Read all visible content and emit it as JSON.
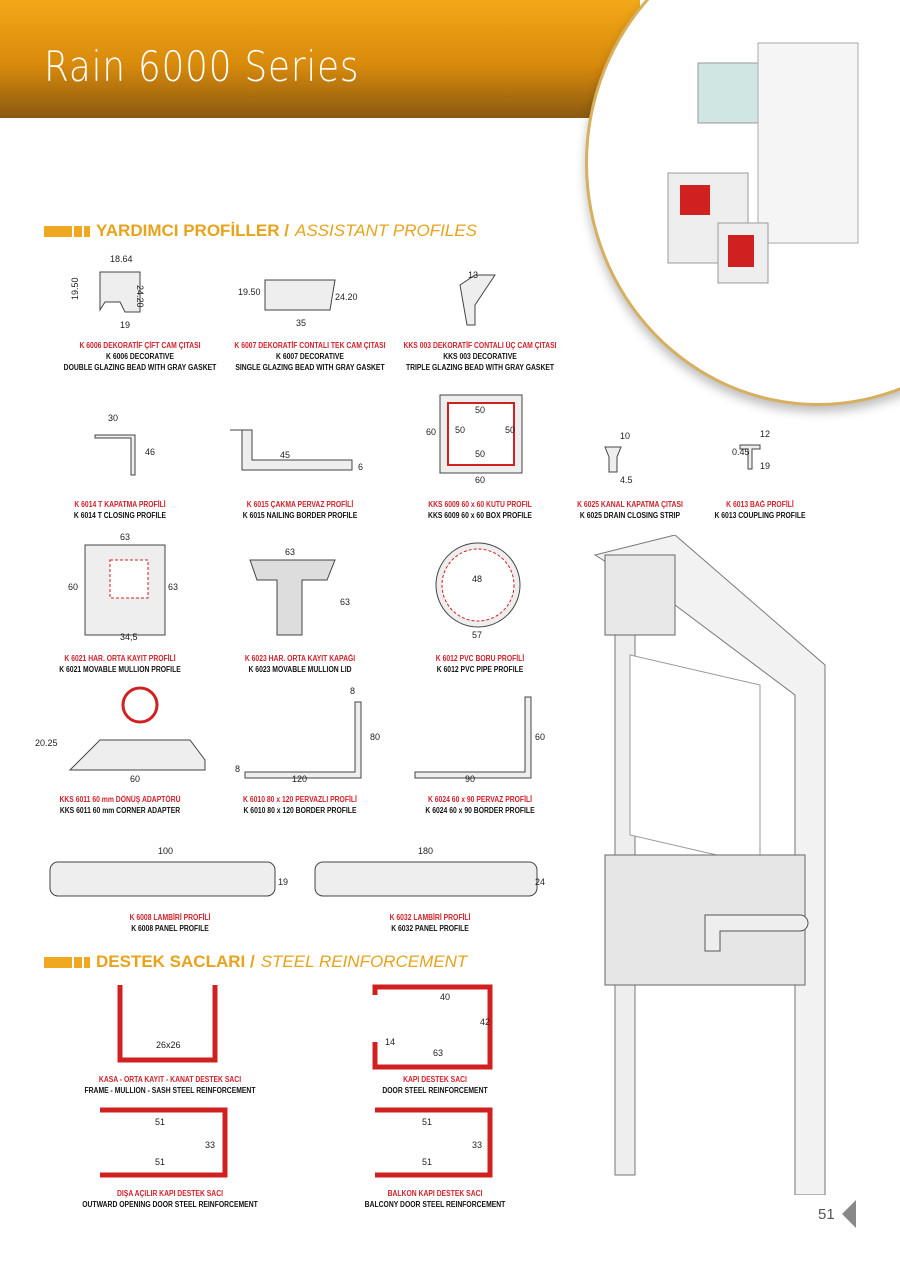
{
  "header": {
    "title": "Rain 6000 Series"
  },
  "section1": {
    "title": "YARDIMCI PROFİLLER /",
    "title_en": "ASSISTANT PROFILES"
  },
  "section2": {
    "title": "DESTEK SACLARI /",
    "title_en": "STEEL REINFORCEMENT"
  },
  "items": [
    {
      "tr": "K 6006 DEKORATİF ÇİFT CAM ÇITASI",
      "en1": "K 6006 DECORATIVE",
      "en2": "DOUBLE GLAZING BEAD WITH GRAY GASKET",
      "dims": [
        "18.64",
        "19.50",
        "24.20",
        "19"
      ]
    },
    {
      "tr": "K 6007 DEKORATİF CONTALI TEK CAM ÇITASI",
      "en1": "K 6007 DECORATIVE",
      "en2": "SINGLE GLAZING BEAD WITH GRAY GASKET",
      "dims": [
        "19.50",
        "24.20",
        "35"
      ]
    },
    {
      "tr": "KKS 003 DEKORATİF CONTALI ÜÇ CAM ÇITASI",
      "en1": "KKS 003 DECORATIVE",
      "en2": "TRIPLE GLAZING BEAD WITH GRAY GASKET",
      "dims": [
        "13"
      ]
    },
    {
      "tr": "K 6014 T KAPATMA PROFİLİ",
      "en1": "K 6014 T CLOSING PROFILE",
      "dims": [
        "30",
        "46"
      ]
    },
    {
      "tr": "K 6015 ÇAKMA PERVAZ PROFİLİ",
      "en1": "K 6015 NAILING BORDER PROFILE",
      "dims": [
        "45",
        "6"
      ]
    },
    {
      "tr": "KKS 6009 60 x 60 KUTU PROFIL",
      "en1": "KKS 6009 60 x 60 BOX PROFILE",
      "dims": [
        "60",
        "50",
        "50",
        "50",
        "50",
        "60"
      ]
    },
    {
      "tr": "K 6025 KANAL KAPATMA ÇITASI",
      "en1": "K 6025 DRAIN CLOSING STRIP",
      "dims": [
        "10",
        "4.5"
      ]
    },
    {
      "tr": "K 6013 BAĞ PROFİLİ",
      "en1": "K 6013 COUPLING PROFILE",
      "dims": [
        "12",
        "0.45",
        "19"
      ]
    },
    {
      "tr": "K 6021 HAR. ORTA KAYIT PROFİLİ",
      "en1": "K 6021 MOVABLE MULLION PROFILE",
      "dims": [
        "63",
        "60",
        "63",
        "34,5"
      ]
    },
    {
      "tr": "K 6023 HAR. ORTA KAYIT KAPAĞI",
      "en1": "K 6023 MOVABLE MULLION LID",
      "dims": [
        "63",
        "63"
      ]
    },
    {
      "tr": "K 6012 PVC BORU PROFİLİ",
      "en1": "K 6012 PVC PIPE PROFILE",
      "dims": [
        "48",
        "57"
      ]
    },
    {
      "tr": "KKS 6011 60 mm DÖNÜŞ ADAPTÖRÜ",
      "en1": "KKS 6011 60 mm CORNER ADAPTER",
      "dims": [
        "20.25",
        "60"
      ]
    },
    {
      "tr": "K 6010 80 x 120 PERVAZLI PROFİLİ",
      "en1": "K 6010 80 x 120 BORDER PROFILE",
      "dims": [
        "8",
        "80",
        "8",
        "120"
      ]
    },
    {
      "tr": "K 6024 60 x 90 PERVAZ PROFİLİ",
      "en1": "K 6024 60 x 90 BORDER PROFILE",
      "dims": [
        "60",
        "90"
      ]
    },
    {
      "tr": "K 6008 LAMBİRİ PROFİLİ",
      "en1": "K 6008 PANEL PROFILE",
      "dims": [
        "100",
        "19"
      ]
    },
    {
      "tr": "K 6032 LAMBİRİ PROFİLİ",
      "en1": "K 6032 PANEL PROFILE",
      "dims": [
        "180",
        "24"
      ]
    }
  ],
  "steel": [
    {
      "tr": "KASA - ORTA KAYIT - KANAT DESTEK SACI",
      "en1": "FRAME - MULLION - SASH STEEL REINFORCEMENT",
      "dims": [
        "26x26"
      ]
    },
    {
      "tr": "KAPI DESTEK SACI",
      "en1": "DOOR STEEL REINFORCEMENT",
      "dims": [
        "40",
        "42",
        "14",
        "63"
      ]
    },
    {
      "tr": "DIŞA AÇILIR KAPI DESTEK SACI",
      "en1": "OUTWARD OPENING DOOR STEEL REINFORCEMENT",
      "dims": [
        "51",
        "33",
        "51"
      ]
    },
    {
      "tr": "BALKON KAPI DESTEK SACI",
      "en1": "BALCONY DOOR STEEL REINFORCEMENT",
      "dims": [
        "51",
        "33",
        "51"
      ]
    }
  ],
  "page_number": "51"
}
